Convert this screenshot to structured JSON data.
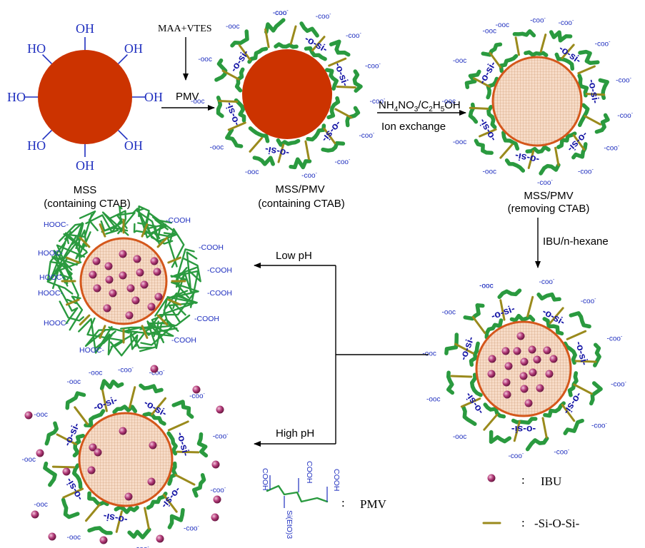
{
  "diagram": {
    "colors": {
      "core": "#cc3300",
      "core_outline": "#d4571b",
      "mesh_fill": "#f7dcc8",
      "mesh_line": "#c9956c",
      "polymer": "#2a9a3f",
      "crosslink": "#9a8a1c",
      "label_blue": "#1f2fbf",
      "drug": "#b23a78"
    },
    "hydroxyl": "OH",
    "hydroxyl_left": "HO",
    "carboxylate": "-coo",
    "carboxylate_left": "-ooc",
    "carboxylic_acid": "-COOH",
    "carboxylic_acid_left": "HOOC-",
    "siloxane": "-o-si-",
    "reagents": {
      "monomers": "MAA+VTES",
      "polymer_step": "PMV",
      "ion_exchange_reagent": "NH4NO3/C2H5OH",
      "ion_exchange": "Ion exchange",
      "drug_loading": "IBU/n-hexane",
      "low_ph": "Low pH",
      "high_ph": "High pH"
    },
    "captions": {
      "mss": [
        "MSS",
        "(containing CTAB)"
      ],
      "mss_pmv": [
        "MSS/PMV",
        "(containing CTAB)"
      ],
      "mss_pmv_removed": [
        "MSS/PMV",
        "(removing CTAB)"
      ]
    },
    "legend": {
      "ibu": "IBU",
      "pmv": "PMV",
      "siosi": "-Si-O-Si-",
      "separator": ":",
      "pmv_cooh": "COOH",
      "pmv_silane": "Si(EtO)3"
    }
  }
}
